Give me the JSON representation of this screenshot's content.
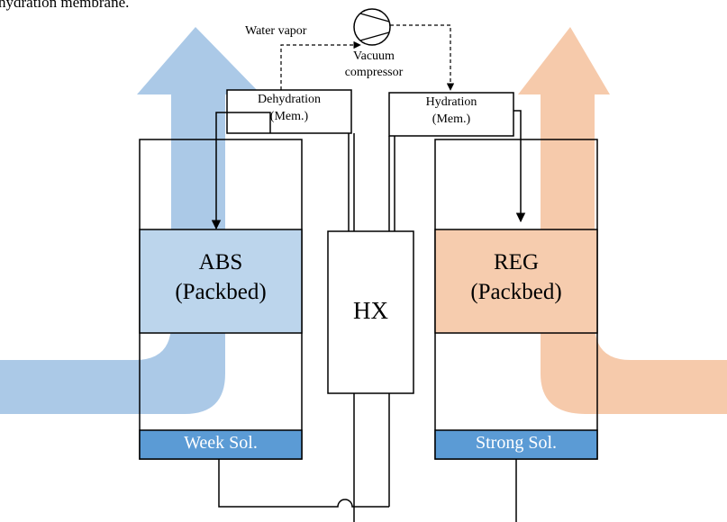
{
  "caption_fragment": "hydration membrane.",
  "labels": {
    "water_vapor": "Water vapor",
    "vacuum": "Vacuum",
    "compressor": "compressor",
    "dehydration_line1": "Dehydration",
    "dehydration_line2": "(Mem.)",
    "hydration_line1": "Hydration",
    "hydration_line2": "(Mem.)",
    "abs_line1": "ABS",
    "abs_line2": "(Packbed)",
    "reg_line1": "REG",
    "reg_line2": "(Packbed)",
    "hx": "HX",
    "weak_sol": "Week Sol.",
    "strong_sol": "Strong Sol."
  },
  "colors": {
    "blue_arrow": "#a7c6e6",
    "orange_arrow": "#f6c7a6",
    "abs_fill": "#bcd5ec",
    "reg_fill": "#f6ccae",
    "solution_bar": "#5b9bd5",
    "line": "#000000"
  }
}
